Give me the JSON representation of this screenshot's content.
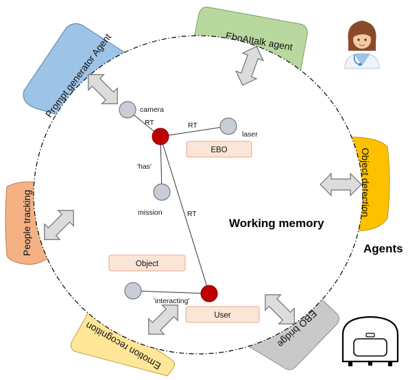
{
  "title": "Working memory",
  "agents_heading": "Agents",
  "colors": {
    "prompt_agent": "#9dc3e6",
    "eboaitalk_agent": "#b8d8a0",
    "object_detection": "#ffc000",
    "people_tracking": "#f4b183",
    "emotion_recognition": "#ffe699",
    "ebo_bridge": "#c9c9c9",
    "node_plain": "#c9cdd6",
    "node_self": "#c00000",
    "tag_fill": "#fbe5d6",
    "tag_stroke": "#e8a888"
  },
  "agents": {
    "prompt": "Prompt generator Agent",
    "eboaitalk": "EboAItalk agent",
    "object_detection": "Object detection",
    "people_tracking": "People tracking",
    "emotion_recognition": "Emotion recognition",
    "ebo_bridge": "EBO bridge"
  },
  "nodes": {
    "camera": "camera",
    "laser": "laser",
    "mission": "mission"
  },
  "edges": {
    "rt_camera": "RT",
    "rt_laser": "RT",
    "has": "'has'",
    "rt_user": "RT",
    "interacting": "'interacting'"
  },
  "tags": {
    "ebo": "EBO",
    "object": "Object",
    "user": "User"
  },
  "icons": [
    "doctor-avatar-icon",
    "robot-icon",
    "double-arrow-icon"
  ]
}
